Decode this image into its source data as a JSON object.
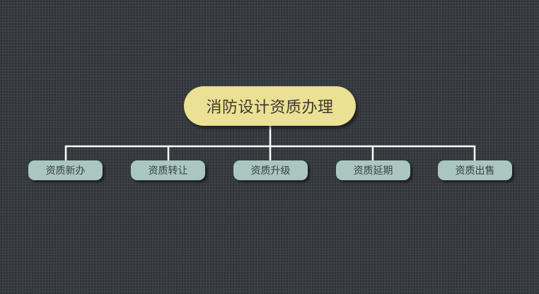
{
  "diagram": {
    "root": {
      "label": "消防设计资质办理"
    },
    "children": [
      {
        "label": "资质新办"
      },
      {
        "label": "资质转让"
      },
      {
        "label": "资质升级"
      },
      {
        "label": "资质延期"
      },
      {
        "label": "资质出售"
      }
    ]
  },
  "colors": {
    "background": "#3a3f44",
    "root_fill": "#ebe094",
    "child_fill": "#a9c7c0",
    "connector": "#ffffff"
  }
}
